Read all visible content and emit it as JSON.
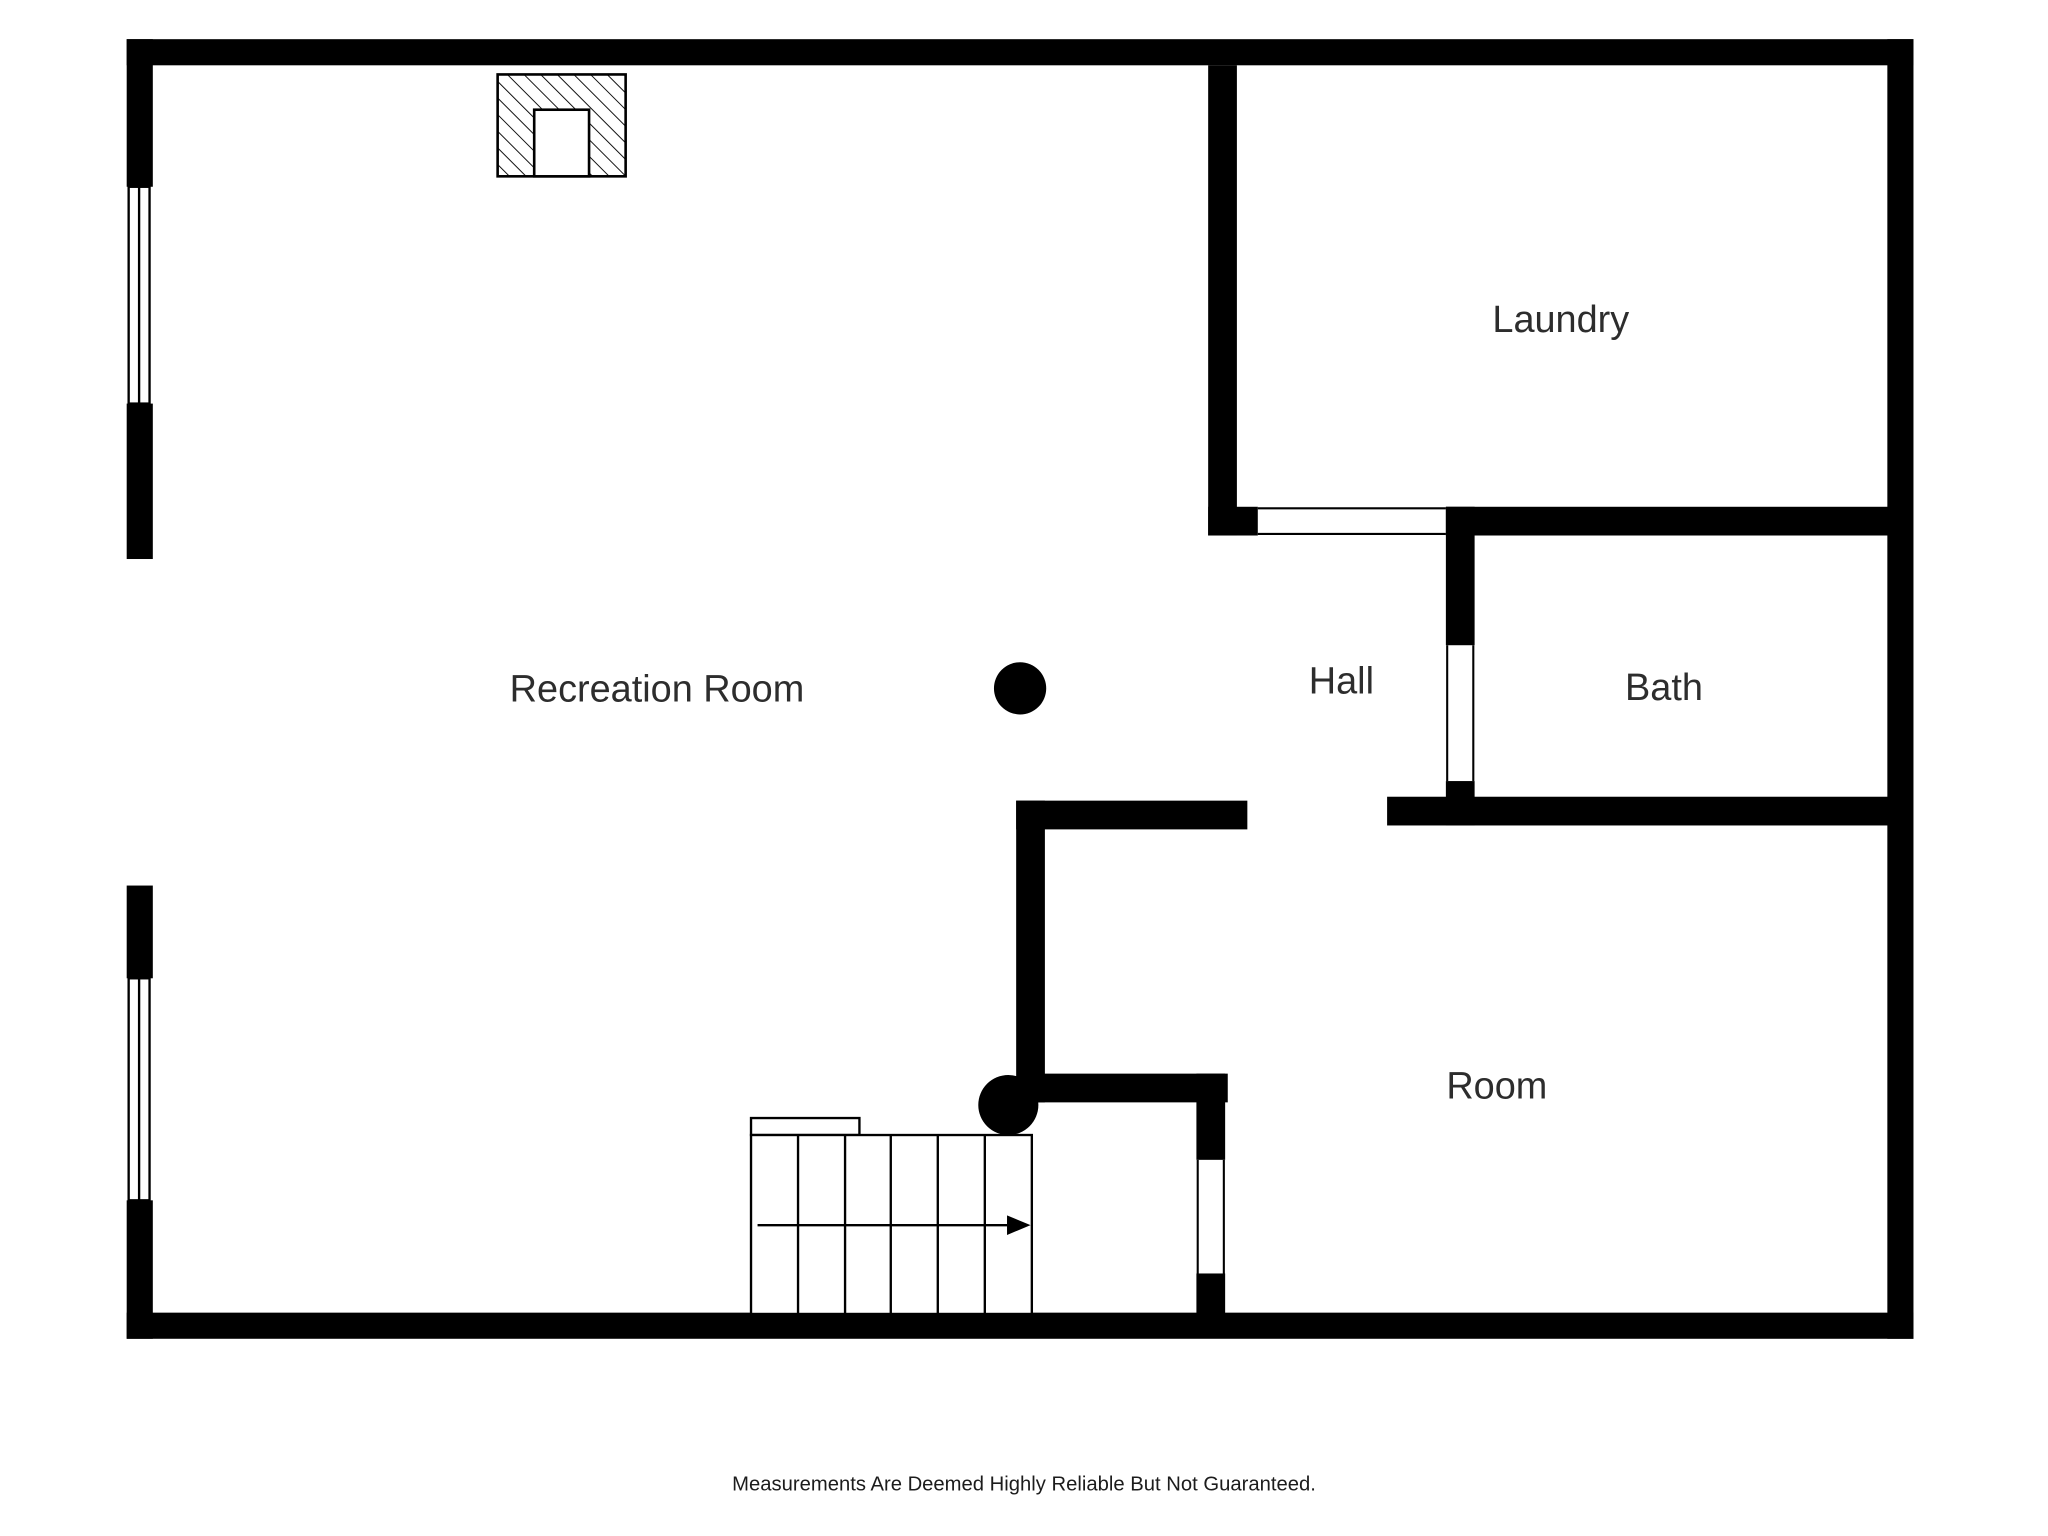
{
  "page": {
    "background_color": "#ffffff"
  },
  "floor_plan": {
    "rooms": {
      "recreation_room": "Recreation Room",
      "laundry": "Laundry",
      "hall": "Hall",
      "bath": "Bath",
      "room": "Room"
    },
    "colors": {
      "wall": "#000000",
      "floor": "#ffffff",
      "label_text": "#2d2d2d"
    },
    "symbols": {
      "chimney_icon": "hatched chimney block with flue opening",
      "staircase_icon": "staircase with direction arrow pointing right",
      "support_column_icon": "round structural post",
      "stair_newel_icon": "round post at stair corner",
      "window_icons": [
        "left-wall upper window",
        "left-wall lower window"
      ],
      "door_openings": [
        "laundry entry",
        "bath entry",
        "stair landing to room"
      ]
    }
  },
  "footer": {
    "disclaimer": "Measurements Are Deemed Highly Reliable But Not Guaranteed."
  }
}
